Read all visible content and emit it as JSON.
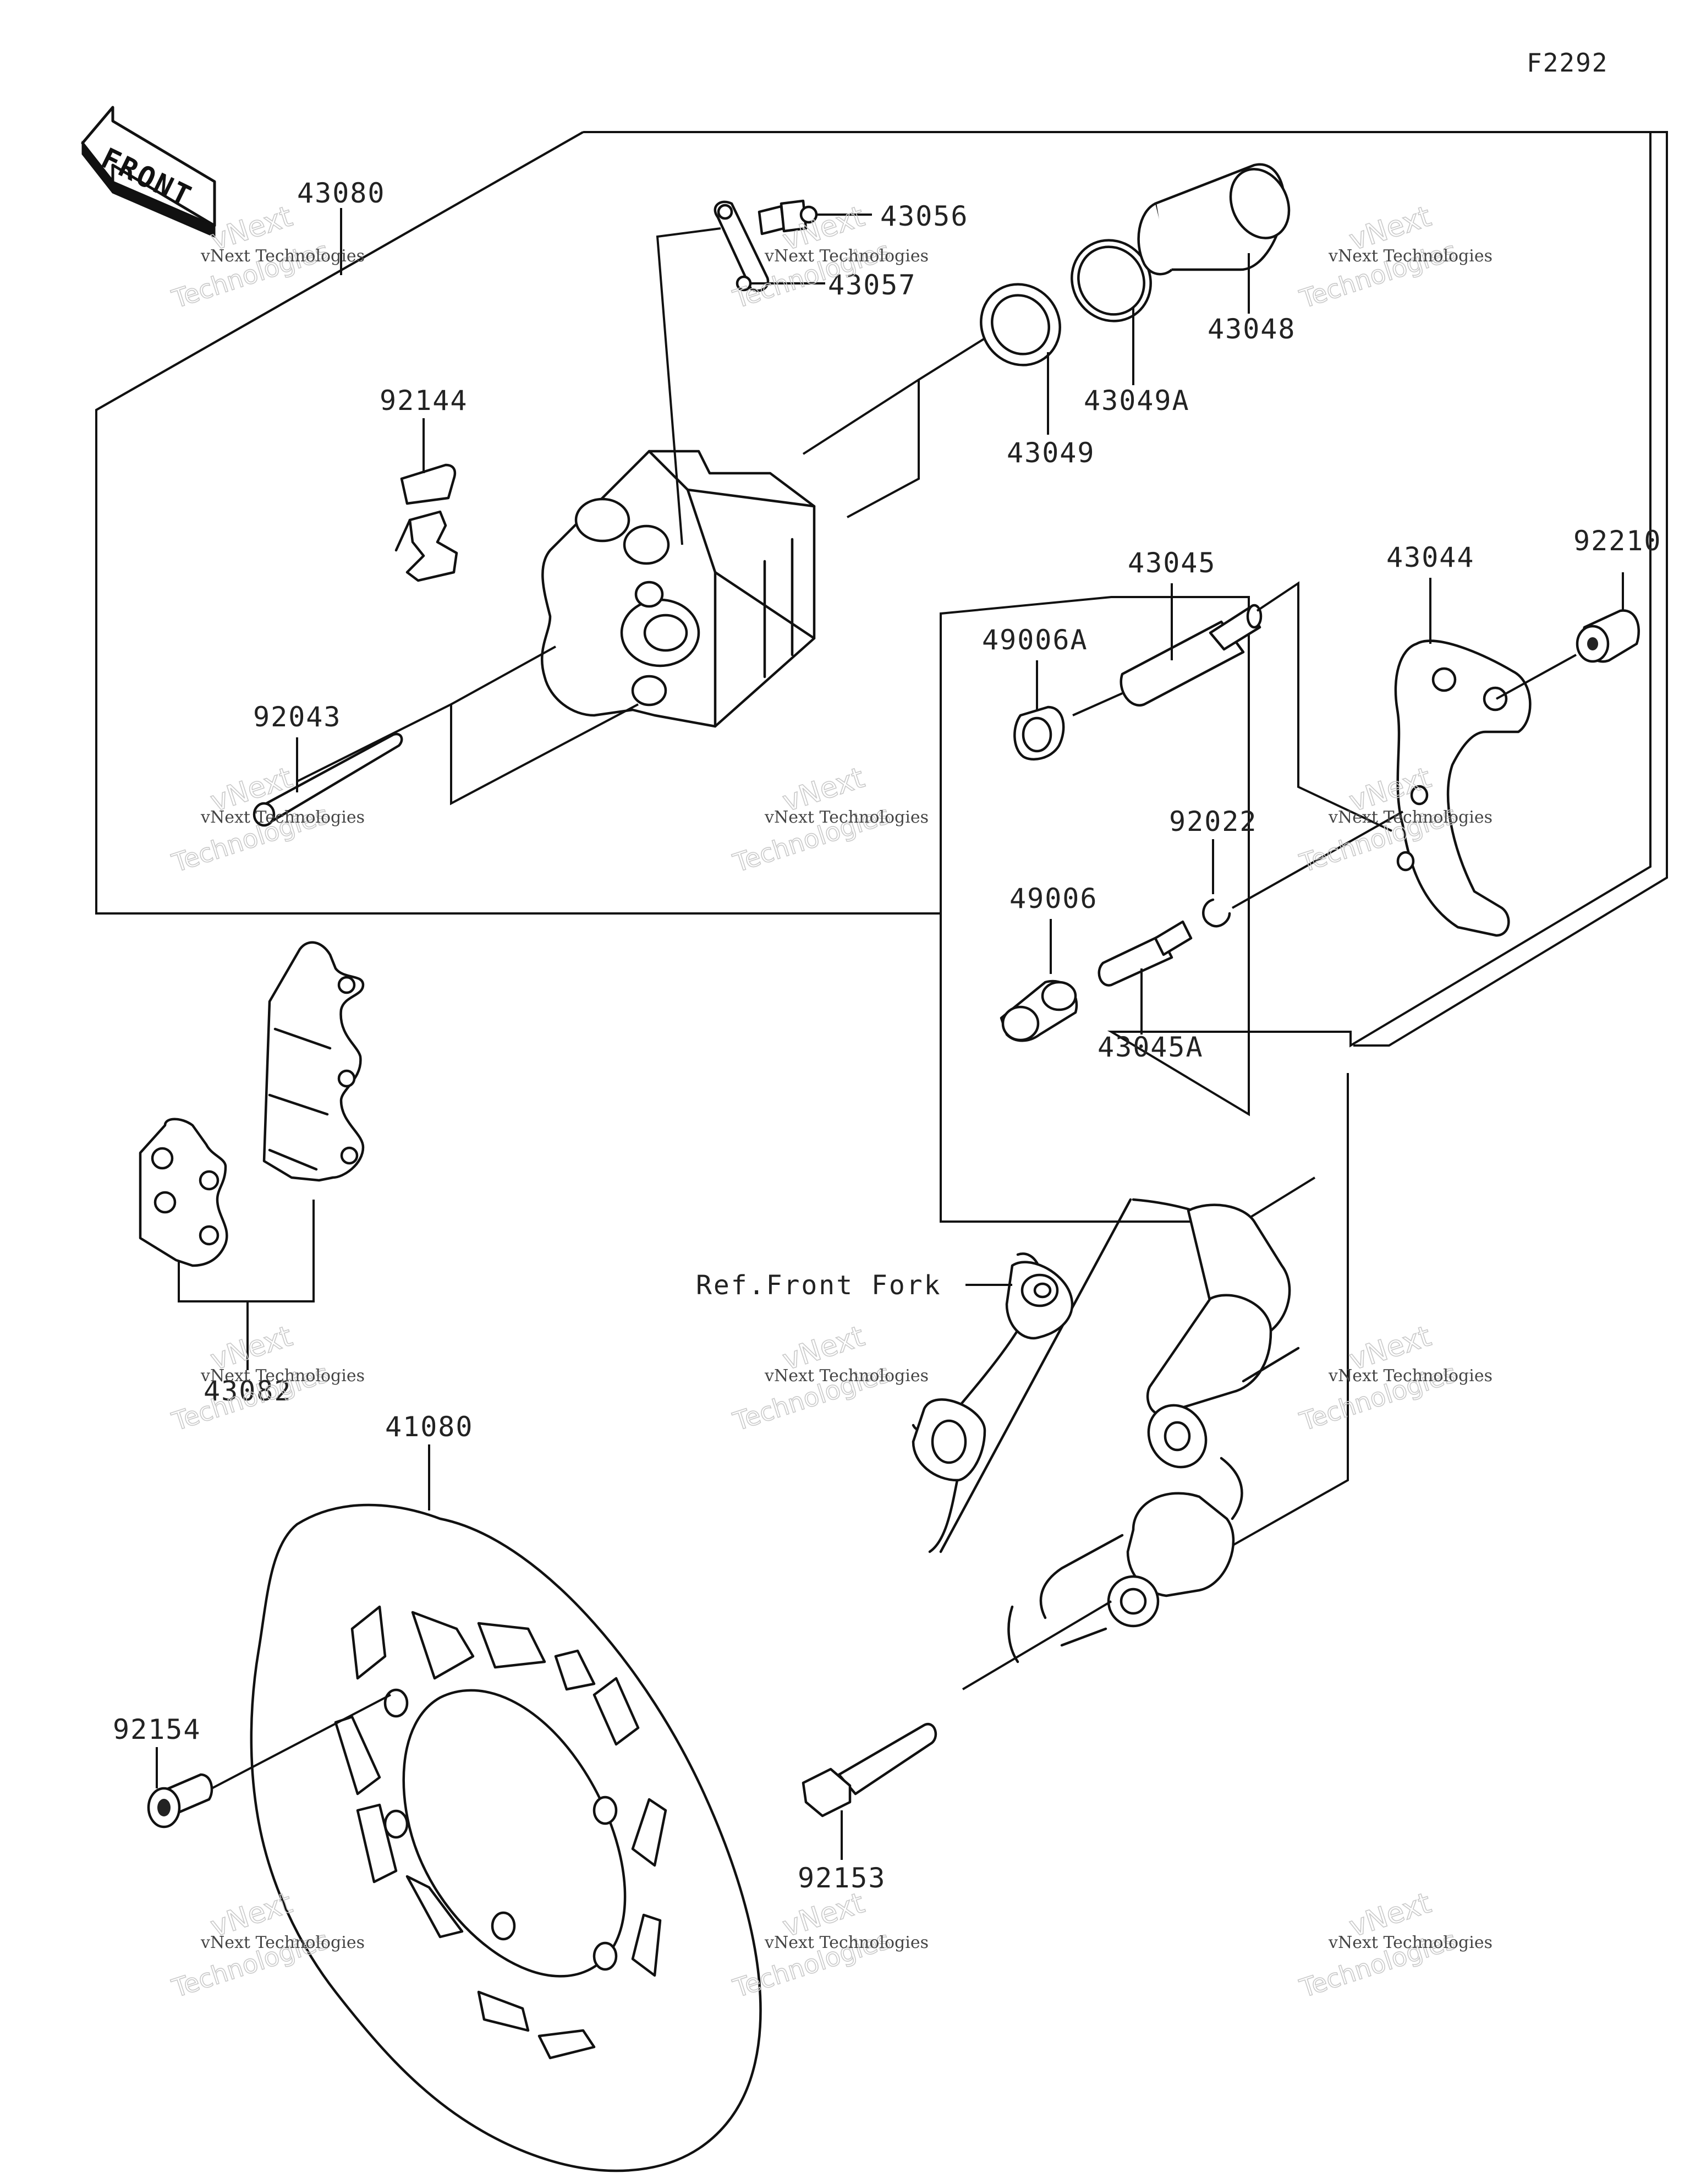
{
  "diagram_code": "F2292",
  "front_label": "FRONT",
  "reference_label": "Ref.Front Fork",
  "watermark": {
    "line1": "vNext Technologies",
    "line2": "vNext",
    "line3": "Technologies"
  },
  "parts": {
    "p43080": "43080",
    "p43056": "43056",
    "p43057": "43057",
    "p43048": "43048",
    "p43049A": "43049A",
    "p43049": "43049",
    "p92144": "92144",
    "p92210": "92210",
    "p43044": "43044",
    "p43045": "43045",
    "p49006A": "49006A",
    "p92043": "92043",
    "p92022": "92022",
    "p49006": "49006",
    "p43045A": "43045A",
    "p43082": "43082",
    "p41080": "41080",
    "p92154": "92154",
    "p92153": "92153"
  },
  "colors": {
    "line": "#111111",
    "background": "#ffffff",
    "watermark": "#c9c9c9"
  }
}
